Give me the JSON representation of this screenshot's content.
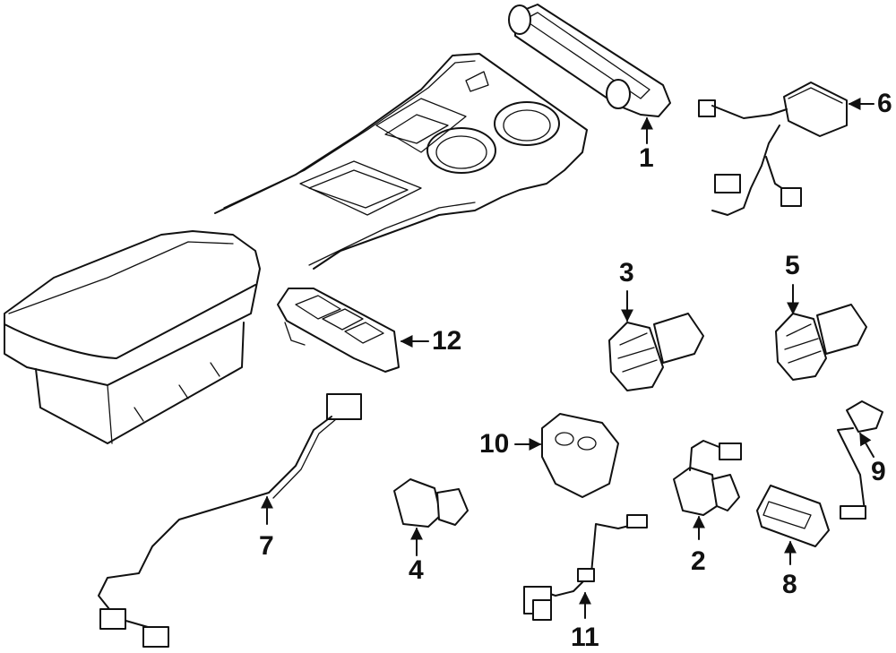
{
  "diagram": {
    "callouts": [
      {
        "id": "1",
        "label": "1"
      },
      {
        "id": "2",
        "label": "2"
      },
      {
        "id": "3",
        "label": "3"
      },
      {
        "id": "4",
        "label": "4"
      },
      {
        "id": "5",
        "label": "5"
      },
      {
        "id": "6",
        "label": "6"
      },
      {
        "id": "7",
        "label": "7"
      },
      {
        "id": "8",
        "label": "8"
      },
      {
        "id": "9",
        "label": "9"
      },
      {
        "id": "10",
        "label": "10"
      },
      {
        "id": "11",
        "label": "11"
      },
      {
        "id": "12",
        "label": "12"
      }
    ],
    "colors": {
      "line": "#111111",
      "background": "#ffffff"
    }
  }
}
